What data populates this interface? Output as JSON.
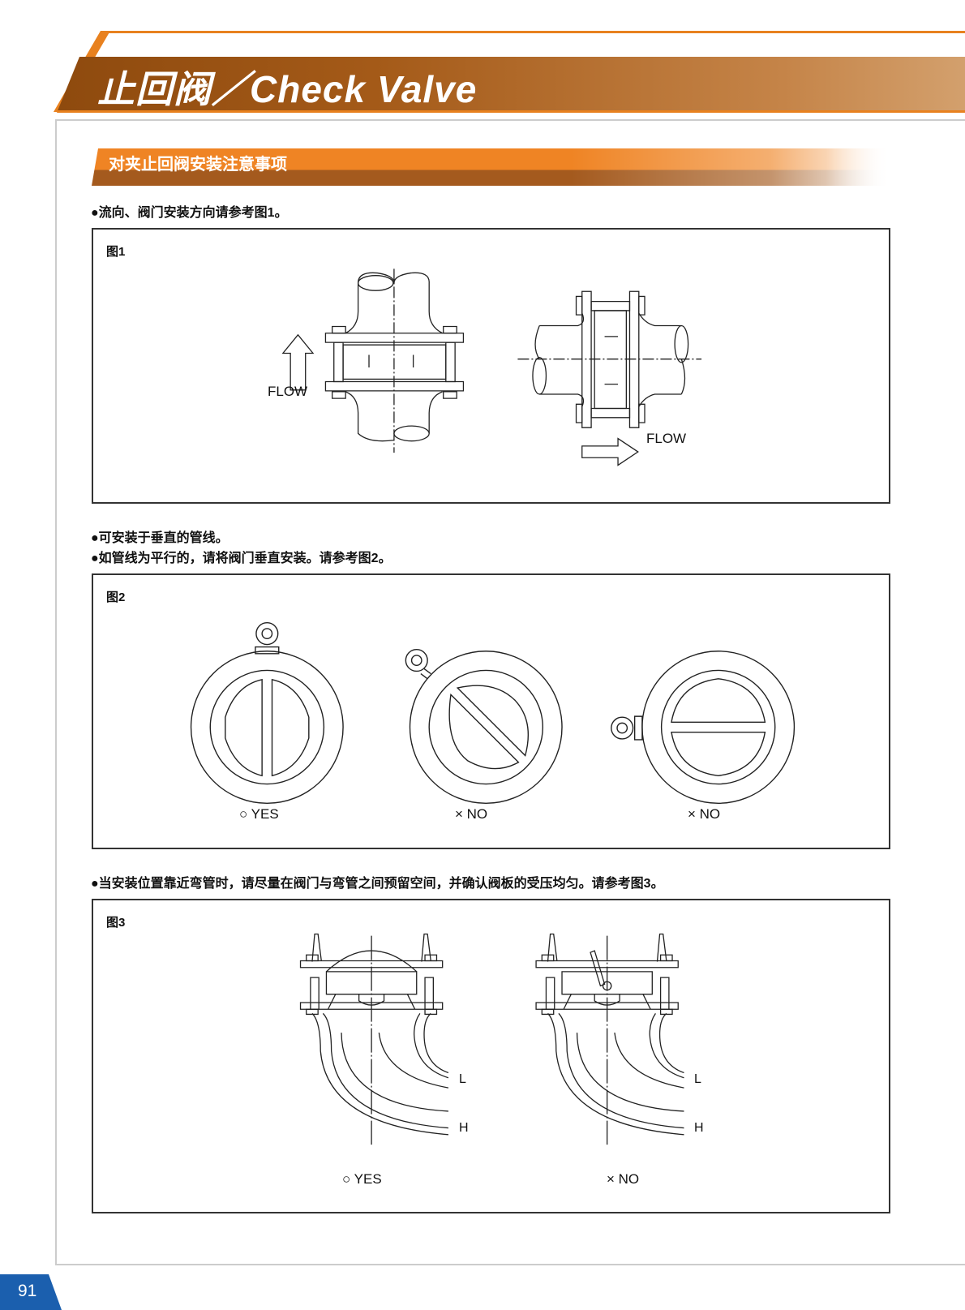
{
  "header": {
    "title": "止回阀／Check Valve"
  },
  "section": {
    "title": "对夹止回阀安装注意事项"
  },
  "bullets": [
    "●流向、阀门安装方向请参考图1。",
    "●可安装于垂直的管线。",
    "●如管线为平行的，请将阀门垂直安装。请参考图2。",
    "●当安装位置靠近弯管时，请尽量在阀门与弯管之间预留空间，并确认阀板的受压均匀。请参考图3。"
  ],
  "fig1": {
    "label": "图1",
    "flow_vertical": "FLOW",
    "flow_horizontal": "FLOW"
  },
  "fig2": {
    "label": "图2",
    "captions": [
      "○ YES",
      "× NO",
      "× NO"
    ]
  },
  "fig3": {
    "label": "图3",
    "captions": [
      "○ YES",
      "× NO"
    ],
    "marks": [
      "L",
      "H",
      "L",
      "H"
    ]
  },
  "page_number": "91",
  "colors": {
    "accent": "#ef8424",
    "banner": "#a45a18",
    "page_badge": "#1b5fae"
  }
}
